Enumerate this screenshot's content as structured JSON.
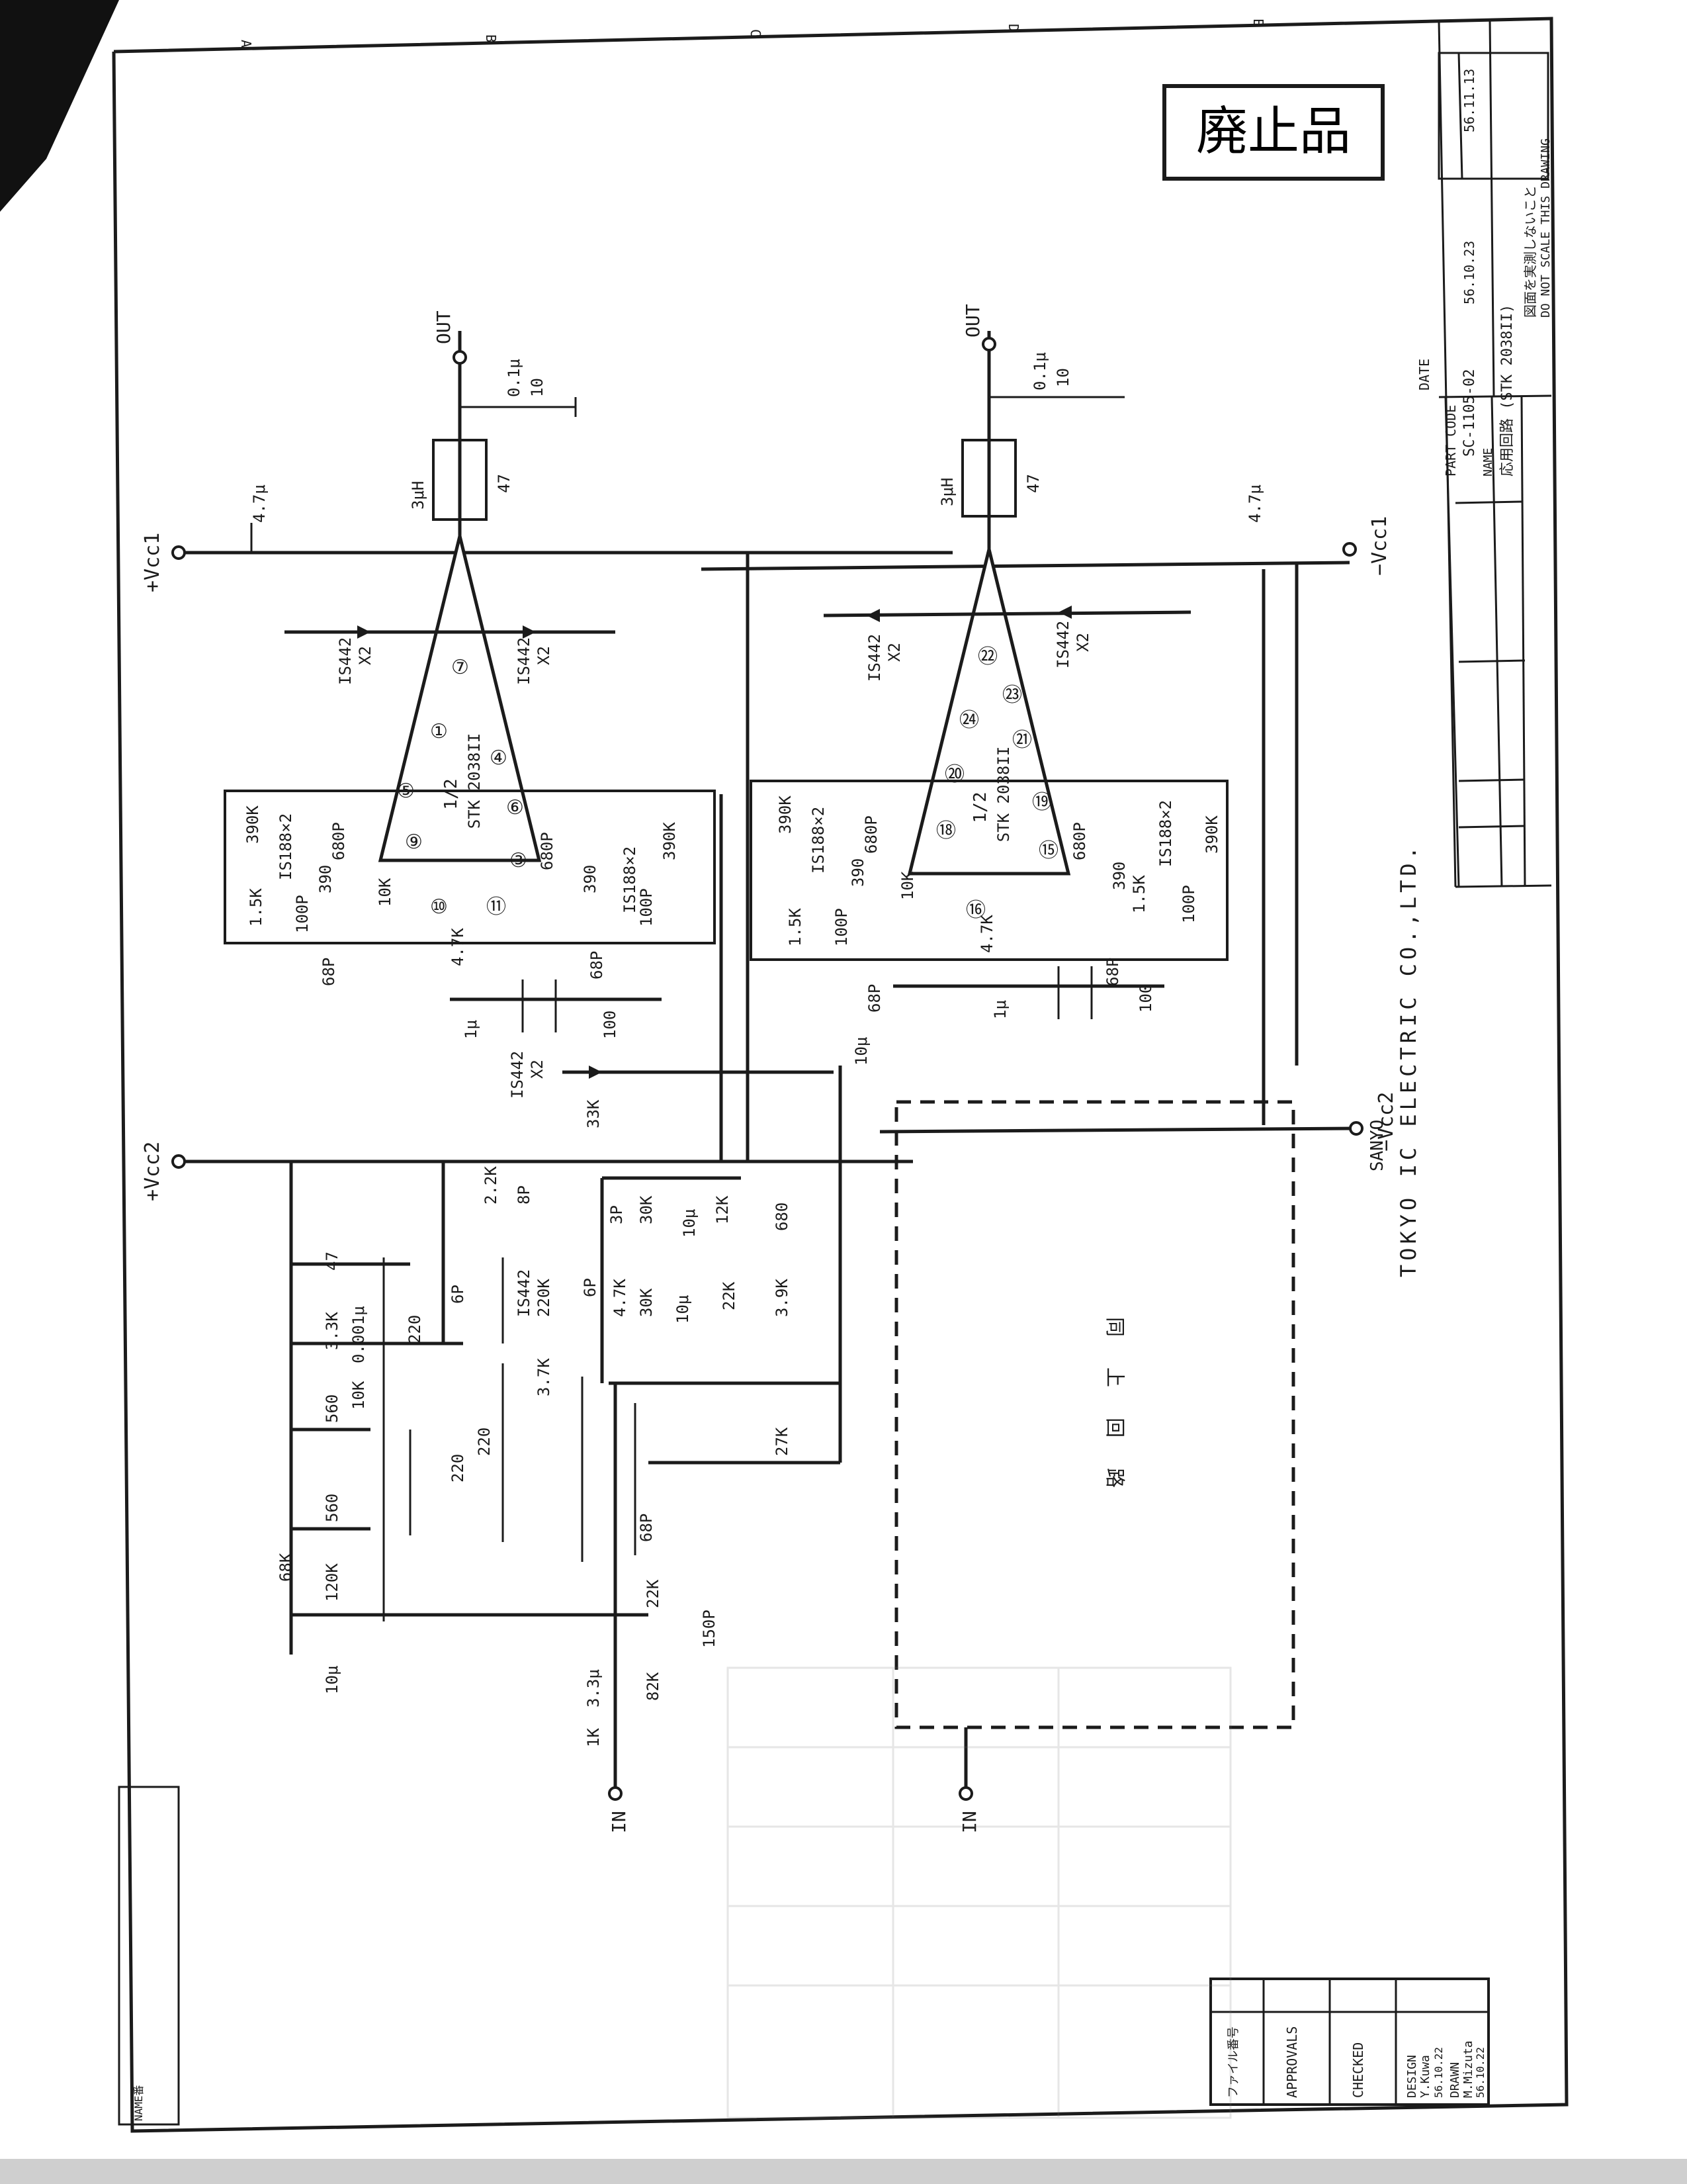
{
  "stamp": "廃止品",
  "terminals": {
    "vcc1_pos": "+Vcc1",
    "vcc1_neg": "−Vcc1",
    "vcc2_pos": "+Vcc2",
    "vcc2_neg": "−Vcc2",
    "out": "OUT",
    "in": "IN"
  },
  "ic": {
    "fraction": "1/2",
    "part": "STK 2038II"
  },
  "ic_pins_left": [
    "⑦",
    "①",
    "④",
    "⑤",
    "⑥",
    "⑨",
    "③",
    "⑩",
    "⑪"
  ],
  "ic_pins_right": [
    "㉒",
    "㉓",
    "㉔",
    "㉑",
    "⑳",
    "⑱",
    "⑲",
    "⑮",
    "⑯"
  ],
  "components": {
    "c_47u": "4.7μ",
    "l_3u": "3μH",
    "r_47": "47",
    "c_01u": "0.1μ",
    "r_10": "10",
    "d_1s442": "IS442",
    "x2": "X2",
    "r_390k": "390K",
    "d_is188x2": "IS188×2",
    "c_680p": "680P",
    "r_390": "390",
    "r_15k": "1.5K",
    "c_100p": "100P",
    "r_10k": "10K",
    "c_68p": "68P",
    "r_47k": "4.7K",
    "c_1u": "1μ",
    "r_100": "100",
    "c_10u": "10μ",
    "r_33k": "33K",
    "r_22k": "2.2K",
    "c_8p": "8P",
    "c_3p": "3P",
    "r_30k": "30K",
    "r_12k": "12K",
    "r_680": "680",
    "r_22k_b": "22K",
    "r_39k": "3.9K",
    "r_33k_b": "3.3K",
    "c_0001u": "0.001μ",
    "r_220": "220",
    "r_220k": "220K",
    "r_37k": "3.7K",
    "r_560": "560",
    "r_27k": "27K",
    "r_68k": "68K",
    "r_120k": "120K",
    "c_33u": "3.3μ",
    "r_1k": "1K",
    "r_82k": "82K",
    "c_150p": "150P",
    "c_6p": "6P"
  },
  "same_circuit_box": "同 上 回 路",
  "company": "TOKYO  IC  ELECTRIC  CO.,LTD.",
  "brand": "SANYO",
  "title_block": {
    "date_label": "DATE",
    "part_code_label": "PART CODE",
    "part_code": "SC-1105-02",
    "dates": [
      "56.10.23",
      "56.11.13"
    ],
    "name_label": "NAME",
    "name": "応用回路  (STK 2038II)",
    "warning_jp": "図面を実測しないこと",
    "warning_en": "DO NOT SCALE THIS DRAWING"
  },
  "approval_block": {
    "file_label": "ファイル番号",
    "approvals": "APPROVALS",
    "checked": "CHECKED",
    "design": "DESIGN",
    "drawn": "DRAWN",
    "design_signature": "Y.Kuwa",
    "design_date": "56.10.22",
    "drawn_signature": "M.Mizuta",
    "drawn_date": "56.10.22"
  },
  "column_markers": [
    "A",
    "B",
    "C",
    "D",
    "E"
  ],
  "corner_label": "NAME番"
}
